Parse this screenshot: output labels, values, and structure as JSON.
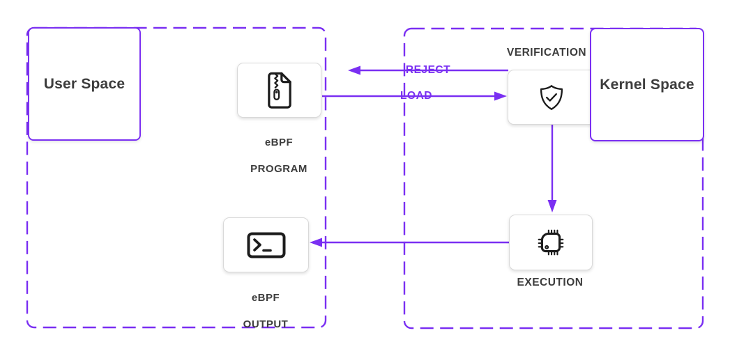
{
  "diagram": {
    "regions": {
      "user_space": {
        "label": "User Space"
      },
      "kernel_space": {
        "label": "Kernel Space"
      }
    },
    "nodes": {
      "ebpf_program": {
        "line1": "eBPF",
        "line2": "PROGRAM",
        "icon": "zip-file-icon"
      },
      "verification": {
        "label": "VERIFICATION",
        "icon": "shield-check-icon"
      },
      "execution": {
        "label": "EXECUTION",
        "icon": "cpu-icon"
      },
      "ebpf_output": {
        "line1": "eBPF",
        "line2": "OUTPUT",
        "icon": "terminal-icon"
      }
    },
    "edges": {
      "reject": {
        "label": "REJECT"
      },
      "load": {
        "label": "LOAD"
      },
      "verification_to_execution": {
        "label": ""
      },
      "execution_to_output": {
        "label": ""
      }
    },
    "colors": {
      "accent": "#7a2ff2",
      "text": "#3d3d3d",
      "icon_stroke": "#1c1c1c",
      "node_border": "#d9d9d9"
    }
  }
}
